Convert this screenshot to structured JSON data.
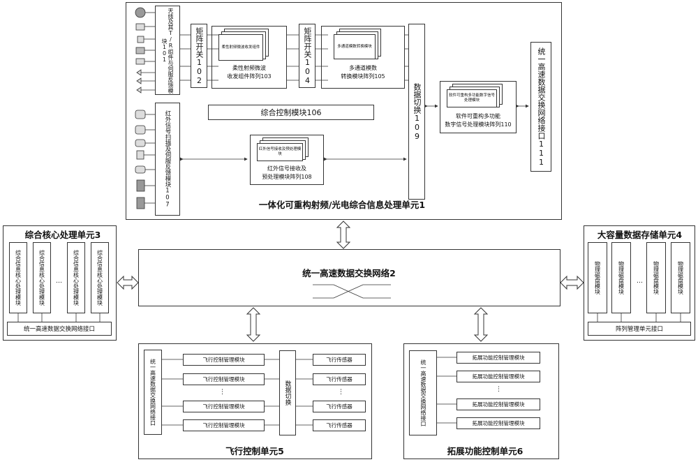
{
  "unit1": {
    "title": "一体化可重构射频/光电综合信息处理单元1",
    "antenna_module": "天线及其T/R组件与伺服反馈模块101",
    "matrix_switch_a": "矩阵开关102",
    "matrix_switch_b": "矩阵开关104",
    "rf_array_inner": "柔性射频微波收发组件",
    "rf_array_label": "柔性射频微波\n收发组件阵列103",
    "conv_array_inner": "多通道模数转换模块",
    "conv_array_label": "多通道模数\n转换模块阵列105",
    "data_switch": "数据切换109",
    "control_module": "综合控制模块106",
    "ir_module": "红外信号扫描及伺服反馈模块107",
    "ir_array_inner": "红外信号接收及预处理模块",
    "ir_array_label": "红外信号接收及\n预处理模块阵列108",
    "dsp_array_inner": "软件可重构多功能数字信号处理模块",
    "dsp_array_label": "软件可重构多功能\n数字信号处理模块阵列110",
    "network_interface": "统一高速数据交换网络接口111"
  },
  "network": {
    "title": "统一高速数据交换网络2"
  },
  "unit3": {
    "title": "综合核心处理单元3",
    "module": "综合信息核心处理模块",
    "dots": "…",
    "interface": "统一高速数据交换网络接口"
  },
  "unit4": {
    "title": "大容量数据存储单元4",
    "module": "物理磁盘模块",
    "dots": "…",
    "interface": "阵列管理单元接口"
  },
  "unit5": {
    "title": "飞行控制单元5",
    "interface": "统一高速数据交换网络接口",
    "mgmt": [
      "飞行控制管理模块",
      "飞行控制管理模块",
      "飞行控制管理模块",
      "飞行控制管理模块"
    ],
    "switch": "数据切换",
    "sensors": [
      "飞行传感器",
      "飞行传感器",
      "飞行传感器",
      "飞行传感器"
    ],
    "vdots": "⋮"
  },
  "unit6": {
    "title": "拓展功能控制单元6",
    "interface": "统一高速数据交换网络接口",
    "mgmt": [
      "拓展功能控制管理模块",
      "拓展功能控制管理模块",
      "拓展功能控制管理模块",
      "拓展功能控制管理模块"
    ],
    "vdots": "⋮"
  }
}
